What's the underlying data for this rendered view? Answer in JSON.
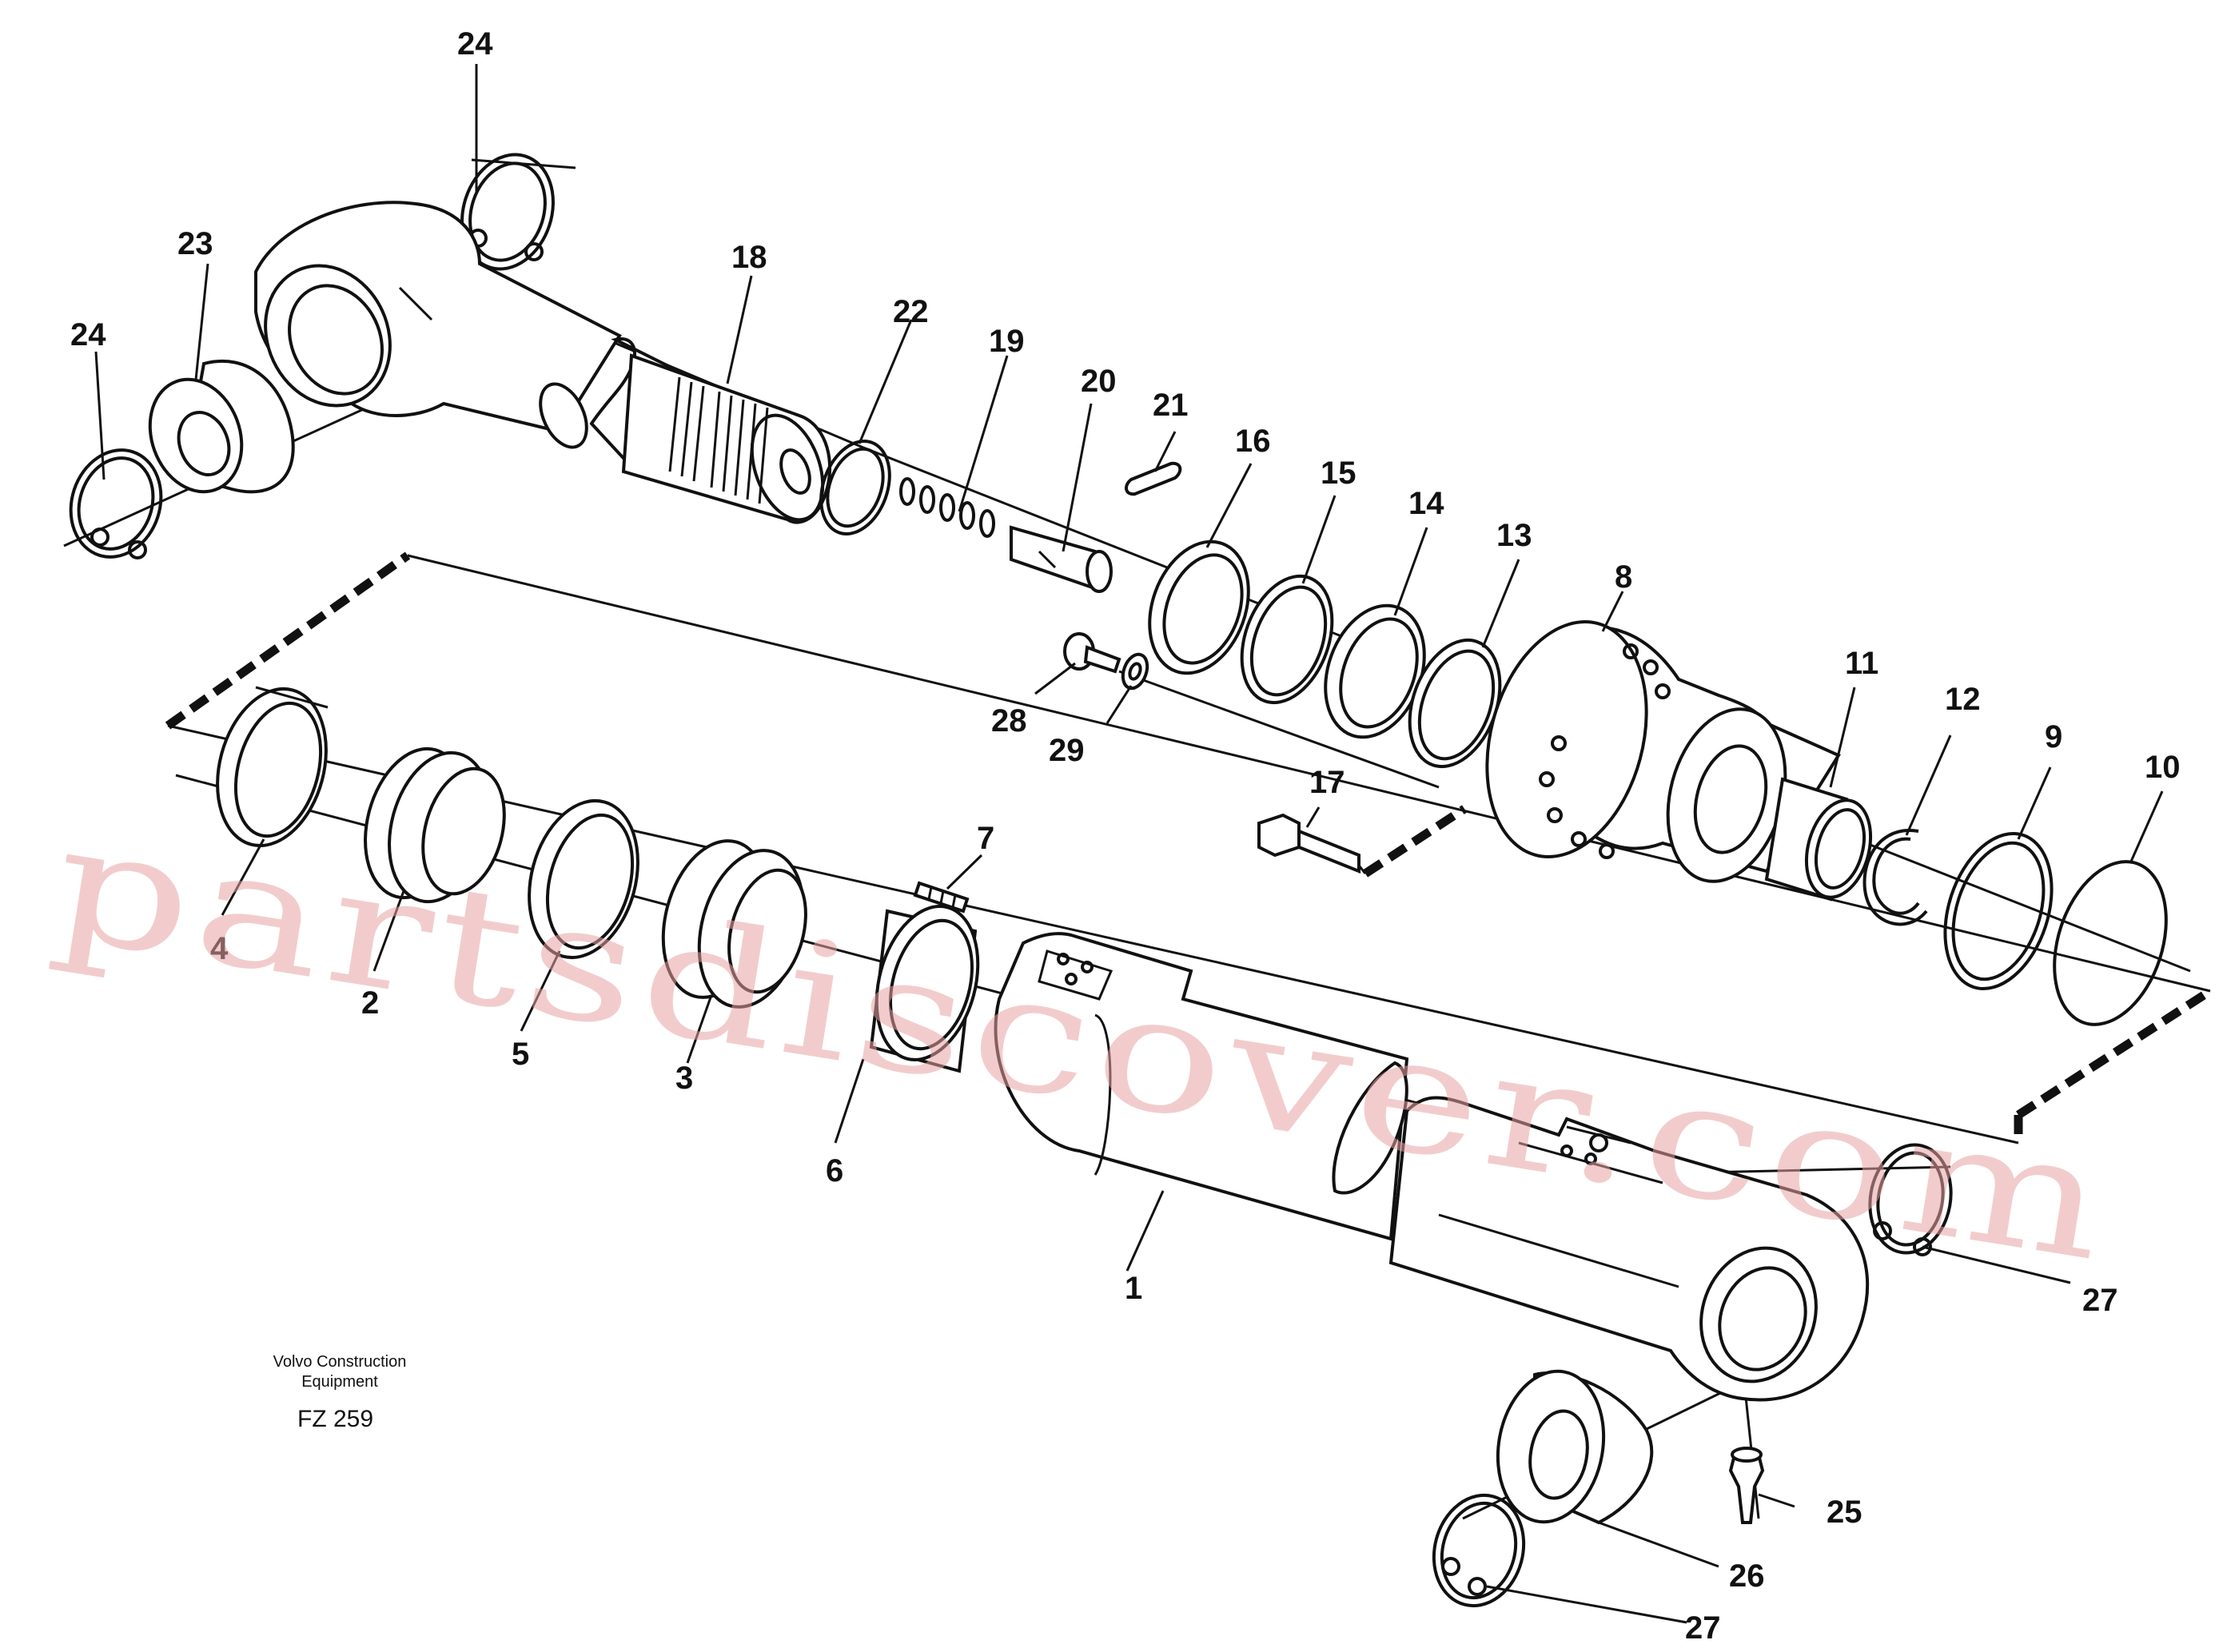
{
  "caption": {
    "manufacturer_line1": "Volvo Construction",
    "manufacturer_line2": "Equipment",
    "figure_code": "FZ 259"
  },
  "watermark": "partsdiscover.com",
  "callouts": [
    {
      "id": "c1",
      "label": "1"
    },
    {
      "id": "c2",
      "label": "2"
    },
    {
      "id": "c3",
      "label": "3"
    },
    {
      "id": "c4",
      "label": "4"
    },
    {
      "id": "c5",
      "label": "5"
    },
    {
      "id": "c6",
      "label": "6"
    },
    {
      "id": "c7",
      "label": "7"
    },
    {
      "id": "c8",
      "label": "8"
    },
    {
      "id": "c9",
      "label": "9"
    },
    {
      "id": "c10",
      "label": "10"
    },
    {
      "id": "c11",
      "label": "11"
    },
    {
      "id": "c12",
      "label": "12"
    },
    {
      "id": "c13",
      "label": "13"
    },
    {
      "id": "c14",
      "label": "14"
    },
    {
      "id": "c15",
      "label": "15"
    },
    {
      "id": "c16",
      "label": "16"
    },
    {
      "id": "c17",
      "label": "17"
    },
    {
      "id": "c18",
      "label": "18"
    },
    {
      "id": "c19",
      "label": "19"
    },
    {
      "id": "c20",
      "label": "20"
    },
    {
      "id": "c21",
      "label": "21"
    },
    {
      "id": "c22",
      "label": "22"
    },
    {
      "id": "c23",
      "label": "23"
    },
    {
      "id": "c24a",
      "label": "24"
    },
    {
      "id": "c24b",
      "label": "24"
    },
    {
      "id": "c25",
      "label": "25"
    },
    {
      "id": "c26",
      "label": "26"
    },
    {
      "id": "c27a",
      "label": "27"
    },
    {
      "id": "c27b",
      "label": "27"
    },
    {
      "id": "c28",
      "label": "28"
    },
    {
      "id": "c29",
      "label": "29"
    }
  ]
}
